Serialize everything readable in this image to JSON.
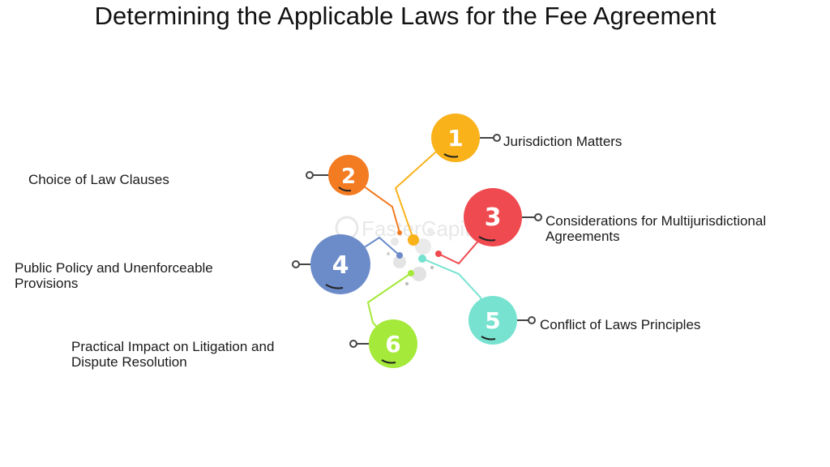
{
  "title": "Determining the Applicable Laws for the Fee Agreement",
  "watermark": "FasterCapital",
  "colors": {
    "node1": "#F9B21A",
    "node2": "#F37B22",
    "node3": "#EF4A4F",
    "node4": "#6B8BC9",
    "node5": "#76E2CF",
    "node6": "#A5E93A"
  },
  "nodes": [
    {
      "number": "1",
      "label": "Jurisdiction Matters"
    },
    {
      "number": "2",
      "label": "Choice of Law Clauses"
    },
    {
      "number": "3",
      "label": "Considerations for Multijurisdictional Agreements"
    },
    {
      "number": "4",
      "label": "Public Policy and Unenforceable Provisions"
    },
    {
      "number": "5",
      "label": "Conflict of Laws Principles"
    },
    {
      "number": "6",
      "label": "Practical Impact on Litigation and Dispute Resolution"
    }
  ]
}
